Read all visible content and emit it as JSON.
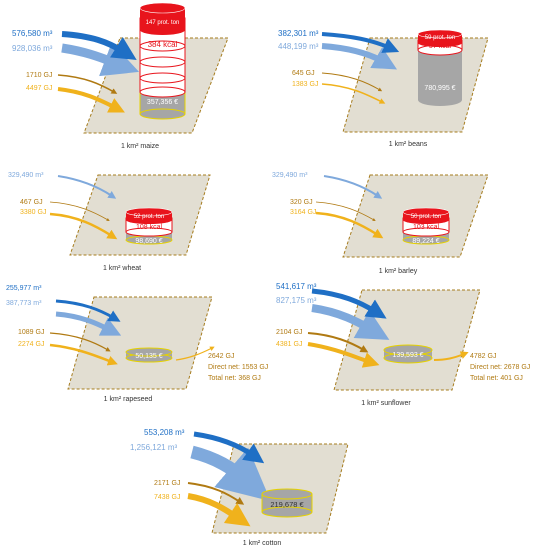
{
  "colors": {
    "water_dark": "#1f6fc5",
    "water_light": "#7fa9dc",
    "energy_dark": "#b07a12",
    "energy_light": "#f0b21c",
    "plot_fill": "#e2ded2",
    "plot_border": "#a67c1e",
    "red": "#e8141c",
    "grey": "#a6a6a6",
    "yellow_rim": "#e6d200"
  },
  "crops": [
    {
      "label": "1 km² maize",
      "water_dark": "576,580 m³",
      "water_light": "928,036 m³",
      "energy_dark": "1710 GJ",
      "energy_light": "4497 GJ",
      "protein": "147 prot. ton",
      "kcal": "384 kcal",
      "value": "357,356 €"
    },
    {
      "label": "1 km² beans",
      "water_dark": "382,301 m³",
      "water_light": "448,199 m³",
      "energy_dark": "645 GJ",
      "energy_light": "1383 GJ",
      "protein": "59 prot. ton",
      "kcal": "57 kcal",
      "value": "780,995 €"
    },
    {
      "label": "1 km² wheat",
      "water_light": "329,490 m³",
      "energy_dark": "467 GJ",
      "energy_light": "3380 GJ",
      "protein": "52 prot. ton",
      "kcal": "108 kcal",
      "value": "98,690 €"
    },
    {
      "label": "1 km² barley",
      "water_light": "329,490 m³",
      "energy_dark": "320 GJ",
      "energy_light": "3164 GJ",
      "protein": "50 prot. ton",
      "kcal": "103 kcal",
      "value": "89,224 €"
    },
    {
      "label": "1 km² rapeseed",
      "water_dark": "255,977 m³",
      "water_light": "387,773 m³",
      "energy_dark": "1089 GJ",
      "energy_light": "2274 GJ",
      "value": "50,135 €",
      "output_total": "2642 GJ",
      "output_direct": "Direct net: 1553 GJ",
      "output_net": "Total net: 368 GJ"
    },
    {
      "label": "1 km² sunflower",
      "water_dark": "541,617 m³",
      "water_light": "827,175 m³",
      "energy_dark": "2104 GJ",
      "energy_light": "4381 GJ",
      "value": "139,593 €",
      "output_total": "4782 GJ",
      "output_direct": "Direct net: 2678 GJ",
      "output_net": "Total net: 401 GJ"
    },
    {
      "label": "1 km² cotton",
      "water_dark": "553,208 m³",
      "water_light": "1,256,121 m³",
      "energy_dark": "2171 GJ",
      "energy_light": "7438 GJ",
      "value": "219,678 €"
    }
  ]
}
